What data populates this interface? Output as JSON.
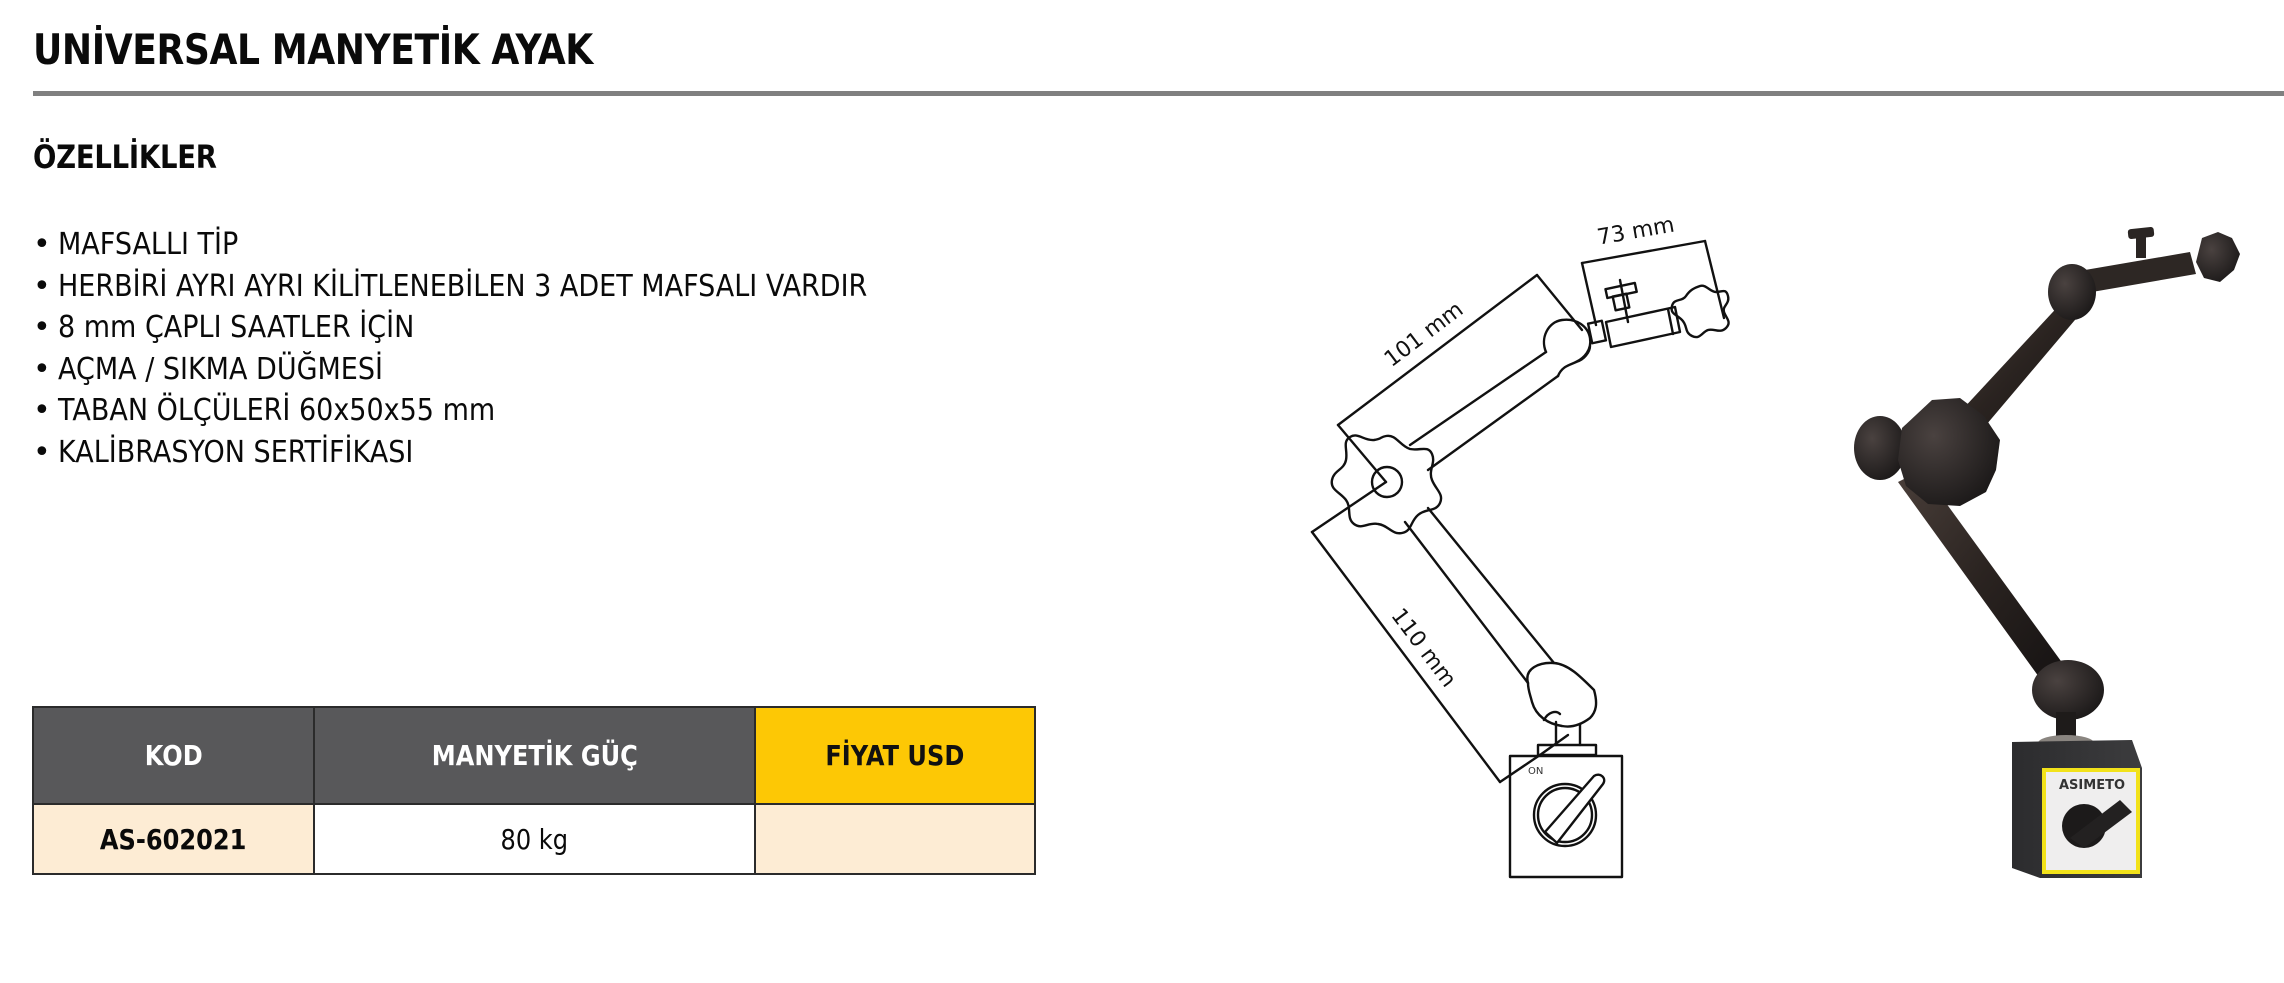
{
  "header": {
    "title": "UNİVERSAL MANYETİK AYAK"
  },
  "features": {
    "heading": "ÖZELLİKLER",
    "bullet": "•",
    "items": [
      "MAFSALLI TİP",
      "HERBİRİ AYRI AYRI KİLİTLENEBİLEN 3 ADET MAFSALI VARDIR",
      "8 mm ÇAPLI SAATLER İÇİN",
      "AÇMA / SIKMA DÜĞMESİ",
      "TABAN ÖLÇÜLERİ 60x50x55 mm",
      "KALİBRASYON SERTİFİKASI"
    ]
  },
  "table": {
    "headers": [
      "KOD",
      "MANYETİK GÜÇ",
      "FİYAT USD"
    ],
    "rows": [
      {
        "code": "AS-602021",
        "magnetic_force": "80 kg",
        "price": ""
      }
    ]
  },
  "drawing": {
    "dimensions": {
      "clamp": "73 mm",
      "upper_arm": "101 mm",
      "lower_arm": "110 mm"
    },
    "switch_label": "ON"
  },
  "photo": {
    "brand_logo": "ASIMETO"
  },
  "colors": {
    "rule": "#808080",
    "table_header": "#58585a",
    "price_header": "#fdc805",
    "cell_highlight": "#fdecd4",
    "product_body": "#2a2522",
    "label_border": "#f2e21a"
  }
}
